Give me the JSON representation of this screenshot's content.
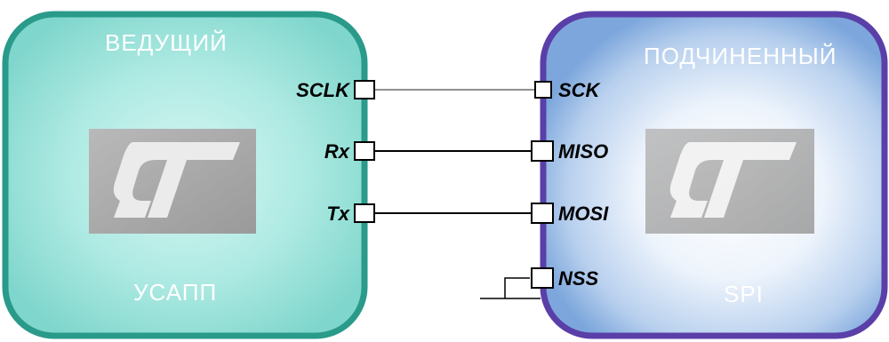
{
  "master": {
    "title": "ВЕДУЩИЙ",
    "subtitle": "УСАПП",
    "logo": "st-logo-icon",
    "pins": [
      "SCLK",
      "Rx",
      "Tx"
    ]
  },
  "slave": {
    "title": "ПОДЧИНЕННЫЙ",
    "subtitle": "SPI",
    "logo": "st-logo-icon",
    "pins": [
      "SCK",
      "MISO",
      "MOSI",
      "NSS"
    ]
  },
  "colors": {
    "master_fill": "#8fe0d8",
    "master_border": "#2a9a8a",
    "slave_fill": "#c8d8f0",
    "slave_border": "#5a3fa8",
    "wire": "#000000"
  }
}
